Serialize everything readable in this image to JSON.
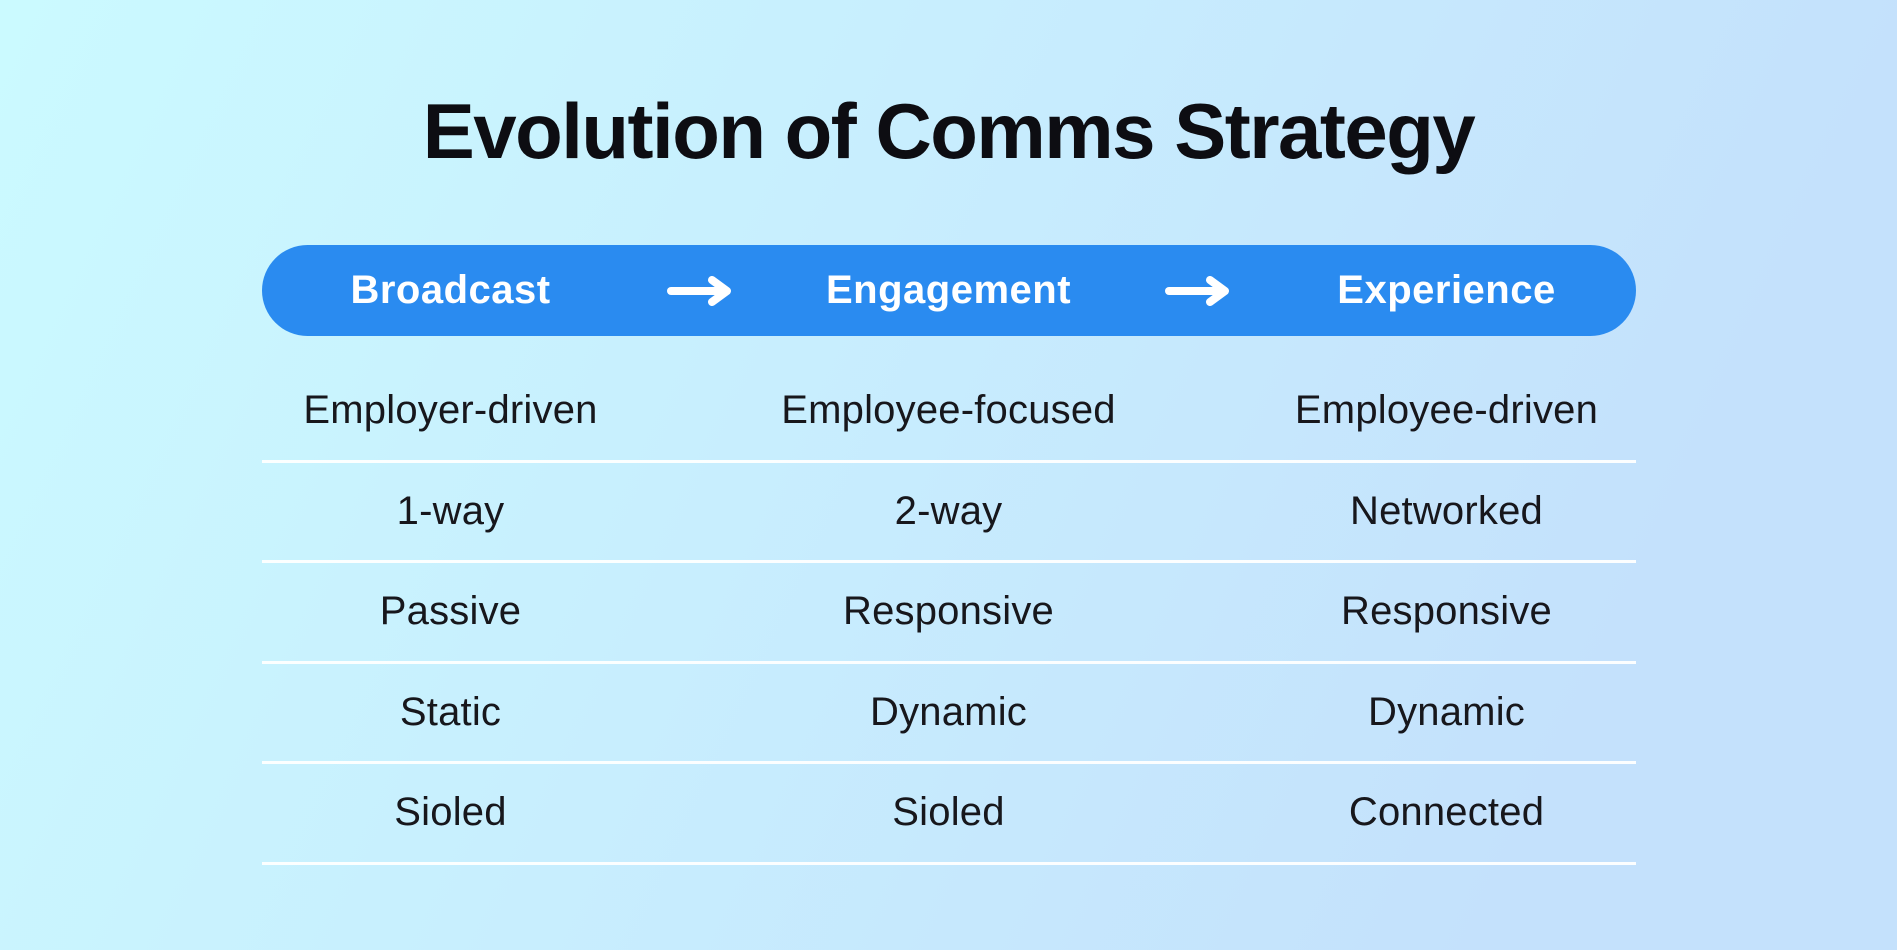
{
  "title": "Evolution of Comms Strategy",
  "colors": {
    "accent": "#2a8bf0",
    "background_start": "#cbfaff",
    "background_end": "#c4e1fc",
    "stage_text": "#ffffff",
    "body_text": "#17171c",
    "separator": "#ffffff"
  },
  "stages": [
    "Broadcast",
    "Engagement",
    "Experience"
  ],
  "arrow_icon": "arrow-right",
  "rows": [
    [
      "Employer-driven",
      "Employee-focused",
      "Employee-driven"
    ],
    [
      "1-way",
      "2-way",
      "Networked"
    ],
    [
      "Passive",
      "Responsive",
      "Responsive"
    ],
    [
      "Static",
      "Dynamic",
      "Dynamic"
    ],
    [
      "Sioled",
      "Sioled",
      "Connected"
    ]
  ]
}
